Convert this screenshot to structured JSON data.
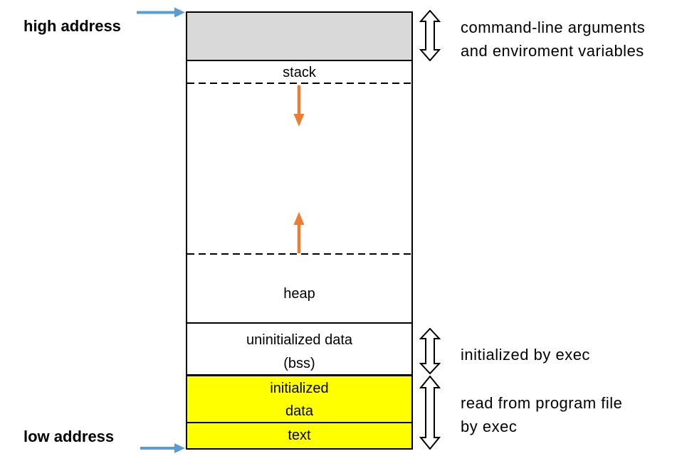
{
  "left_labels": {
    "high": "high address",
    "low": "low address"
  },
  "box_sections": {
    "stack": {
      "label": "stack"
    },
    "heap": {
      "label": "heap"
    },
    "bss": {
      "line1": "uninitialized data",
      "line2": "(bss)"
    },
    "initialized_data": {
      "line1": "initialized",
      "line2": "data"
    },
    "text_segment": {
      "label": "text"
    }
  },
  "annotations": {
    "args_env": {
      "line1": "command-line arguments",
      "line2": "and enviroment variables"
    },
    "bss": {
      "label": "initialized by exec"
    },
    "program_file": {
      "line1": "read from program file",
      "line2": "by exec"
    }
  },
  "icons": {
    "high_address_arrow": "right-arrow",
    "low_address_arrow": "right-arrow",
    "stack_growth": "down-arrow",
    "heap_growth": "up-arrow",
    "args_env_extent": "double-vertical-arrow",
    "bss_extent": "double-vertical-arrow",
    "program_file_extent": "double-vertical-arrow"
  },
  "colors": {
    "args_env_fill": "#d9d9d9",
    "initialized_data_fill": "#ffff00",
    "text_fill": "#ffff00",
    "growth_arrow": "#ed7d31",
    "address_arrow": "#5b9bd5",
    "outline": "#000000",
    "background": "#ffffff"
  }
}
